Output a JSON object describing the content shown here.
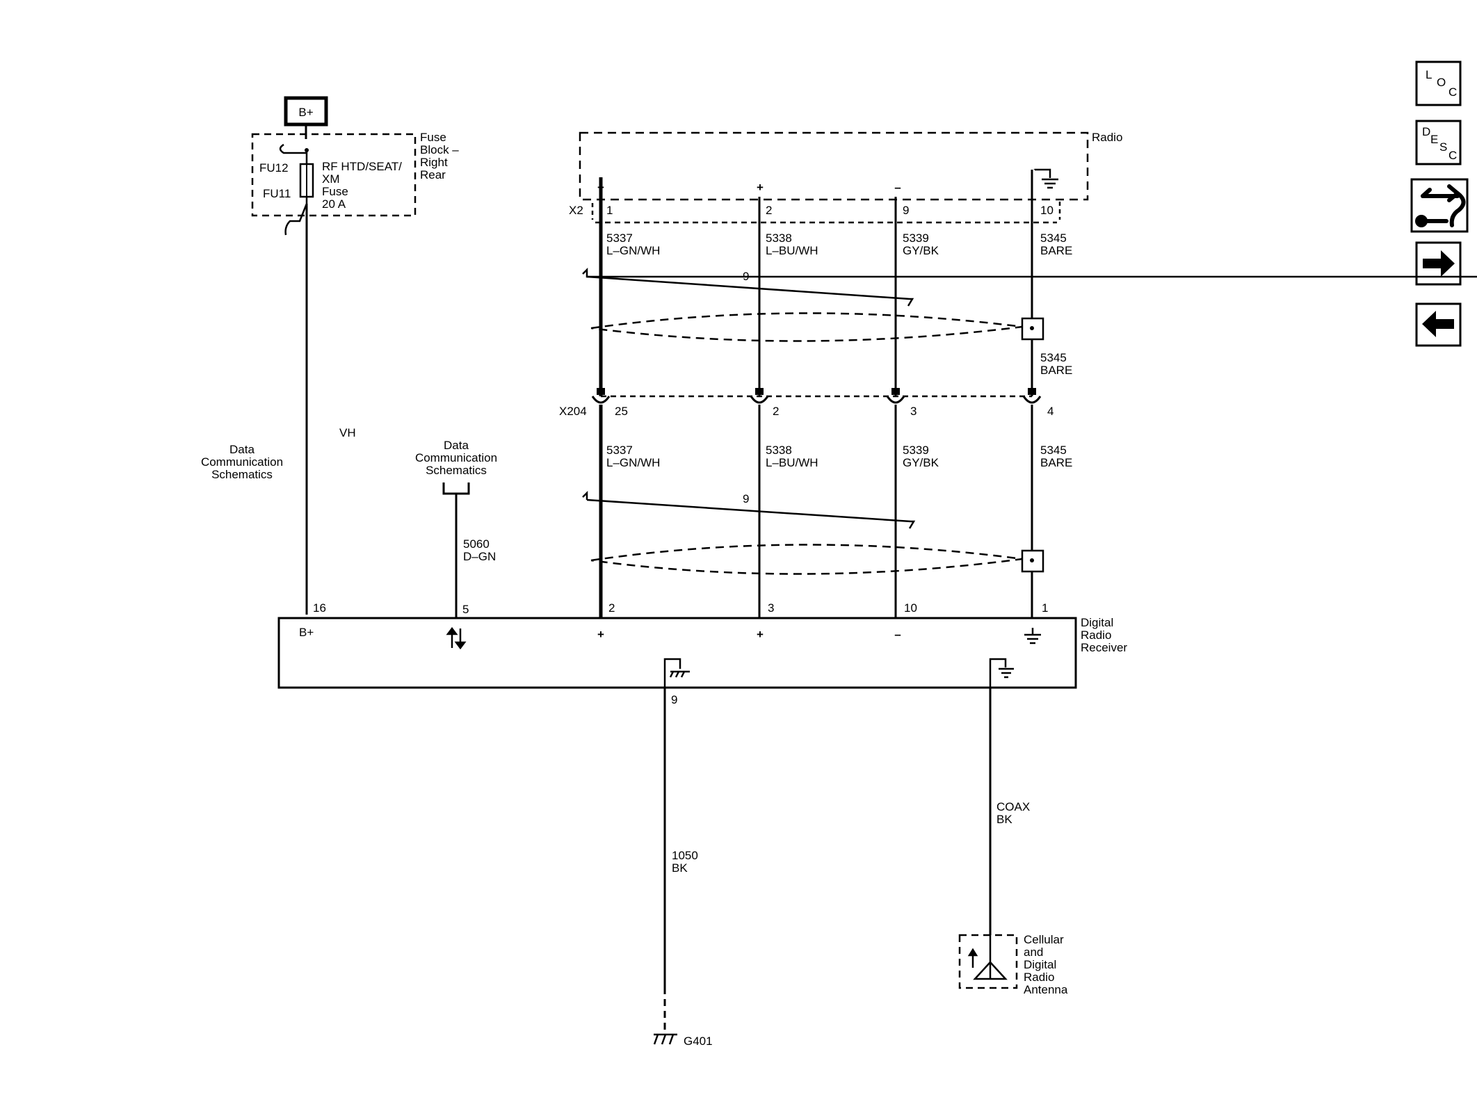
{
  "nav": {
    "loc": {
      "main": "L",
      "s1": "O",
      "s2": "C"
    },
    "desc": {
      "main": "D",
      "s1": "E",
      "s2": "S",
      "s3": "C"
    }
  },
  "bplus_label": "B+",
  "fuse_block": {
    "fu12": "FU12",
    "fu11": "FU11",
    "fuse_name": [
      "RF HTD/SEAT/",
      "XM",
      "Fuse",
      "20 A"
    ],
    "block_name": [
      "Fuse",
      "Block –",
      "Right",
      "Rear"
    ]
  },
  "radio": {
    "label": "Radio",
    "connector": "X2"
  },
  "radio_pins": [
    {
      "sign": "+",
      "pin": "1",
      "circuit": "5337",
      "color": "L–GN/WH"
    },
    {
      "sign": "+",
      "pin": "2",
      "circuit": "5338",
      "color": "L–BU/WH"
    },
    {
      "sign": "–",
      "pin": "9",
      "circuit": "5339",
      "color": "GY/BK"
    },
    {
      "sign": "",
      "pin": "10",
      "circuit": "5345",
      "color": "BARE"
    }
  ],
  "twist1": "9",
  "twist2": "9",
  "drain": {
    "circuit": "5345",
    "color": "BARE"
  },
  "x204": {
    "connector": "X204",
    "pins": [
      {
        "pin": "25",
        "circuit": "5337",
        "color": "L–GN/WH"
      },
      {
        "pin": "2",
        "circuit": "5338",
        "color": "L–BU/WH"
      },
      {
        "pin": "3",
        "circuit": "5339",
        "color": "GY/BK"
      },
      {
        "pin": "4",
        "circuit": "5345",
        "color": "BARE"
      }
    ]
  },
  "stray_text": "VH",
  "data_comm_left": [
    "Data",
    "Communication",
    "Schematics"
  ],
  "data_comm_mid": [
    "Data",
    "Communication",
    "Schematics"
  ],
  "wire_5060": {
    "circuit": "5060",
    "color": "D–GN"
  },
  "receiver": {
    "name": [
      "Digital",
      "Radio",
      "Receiver"
    ],
    "pins_top": [
      {
        "pin": "16",
        "sign": "B+"
      },
      {
        "pin": "5",
        "sign": ""
      },
      {
        "pin": "2",
        "sign": "+"
      },
      {
        "pin": "3",
        "sign": "+"
      },
      {
        "pin": "10",
        "sign": "–"
      },
      {
        "pin": "1",
        "sign": ""
      }
    ],
    "ground_pin": "9"
  },
  "wire_1050": {
    "circuit": "1050",
    "color": "BK"
  },
  "ground_g401": "G401",
  "coax": {
    "circuit": "COAX",
    "color": "BK"
  },
  "antenna": [
    "Cellular",
    "and",
    "Digital",
    "Radio",
    "Antenna"
  ]
}
